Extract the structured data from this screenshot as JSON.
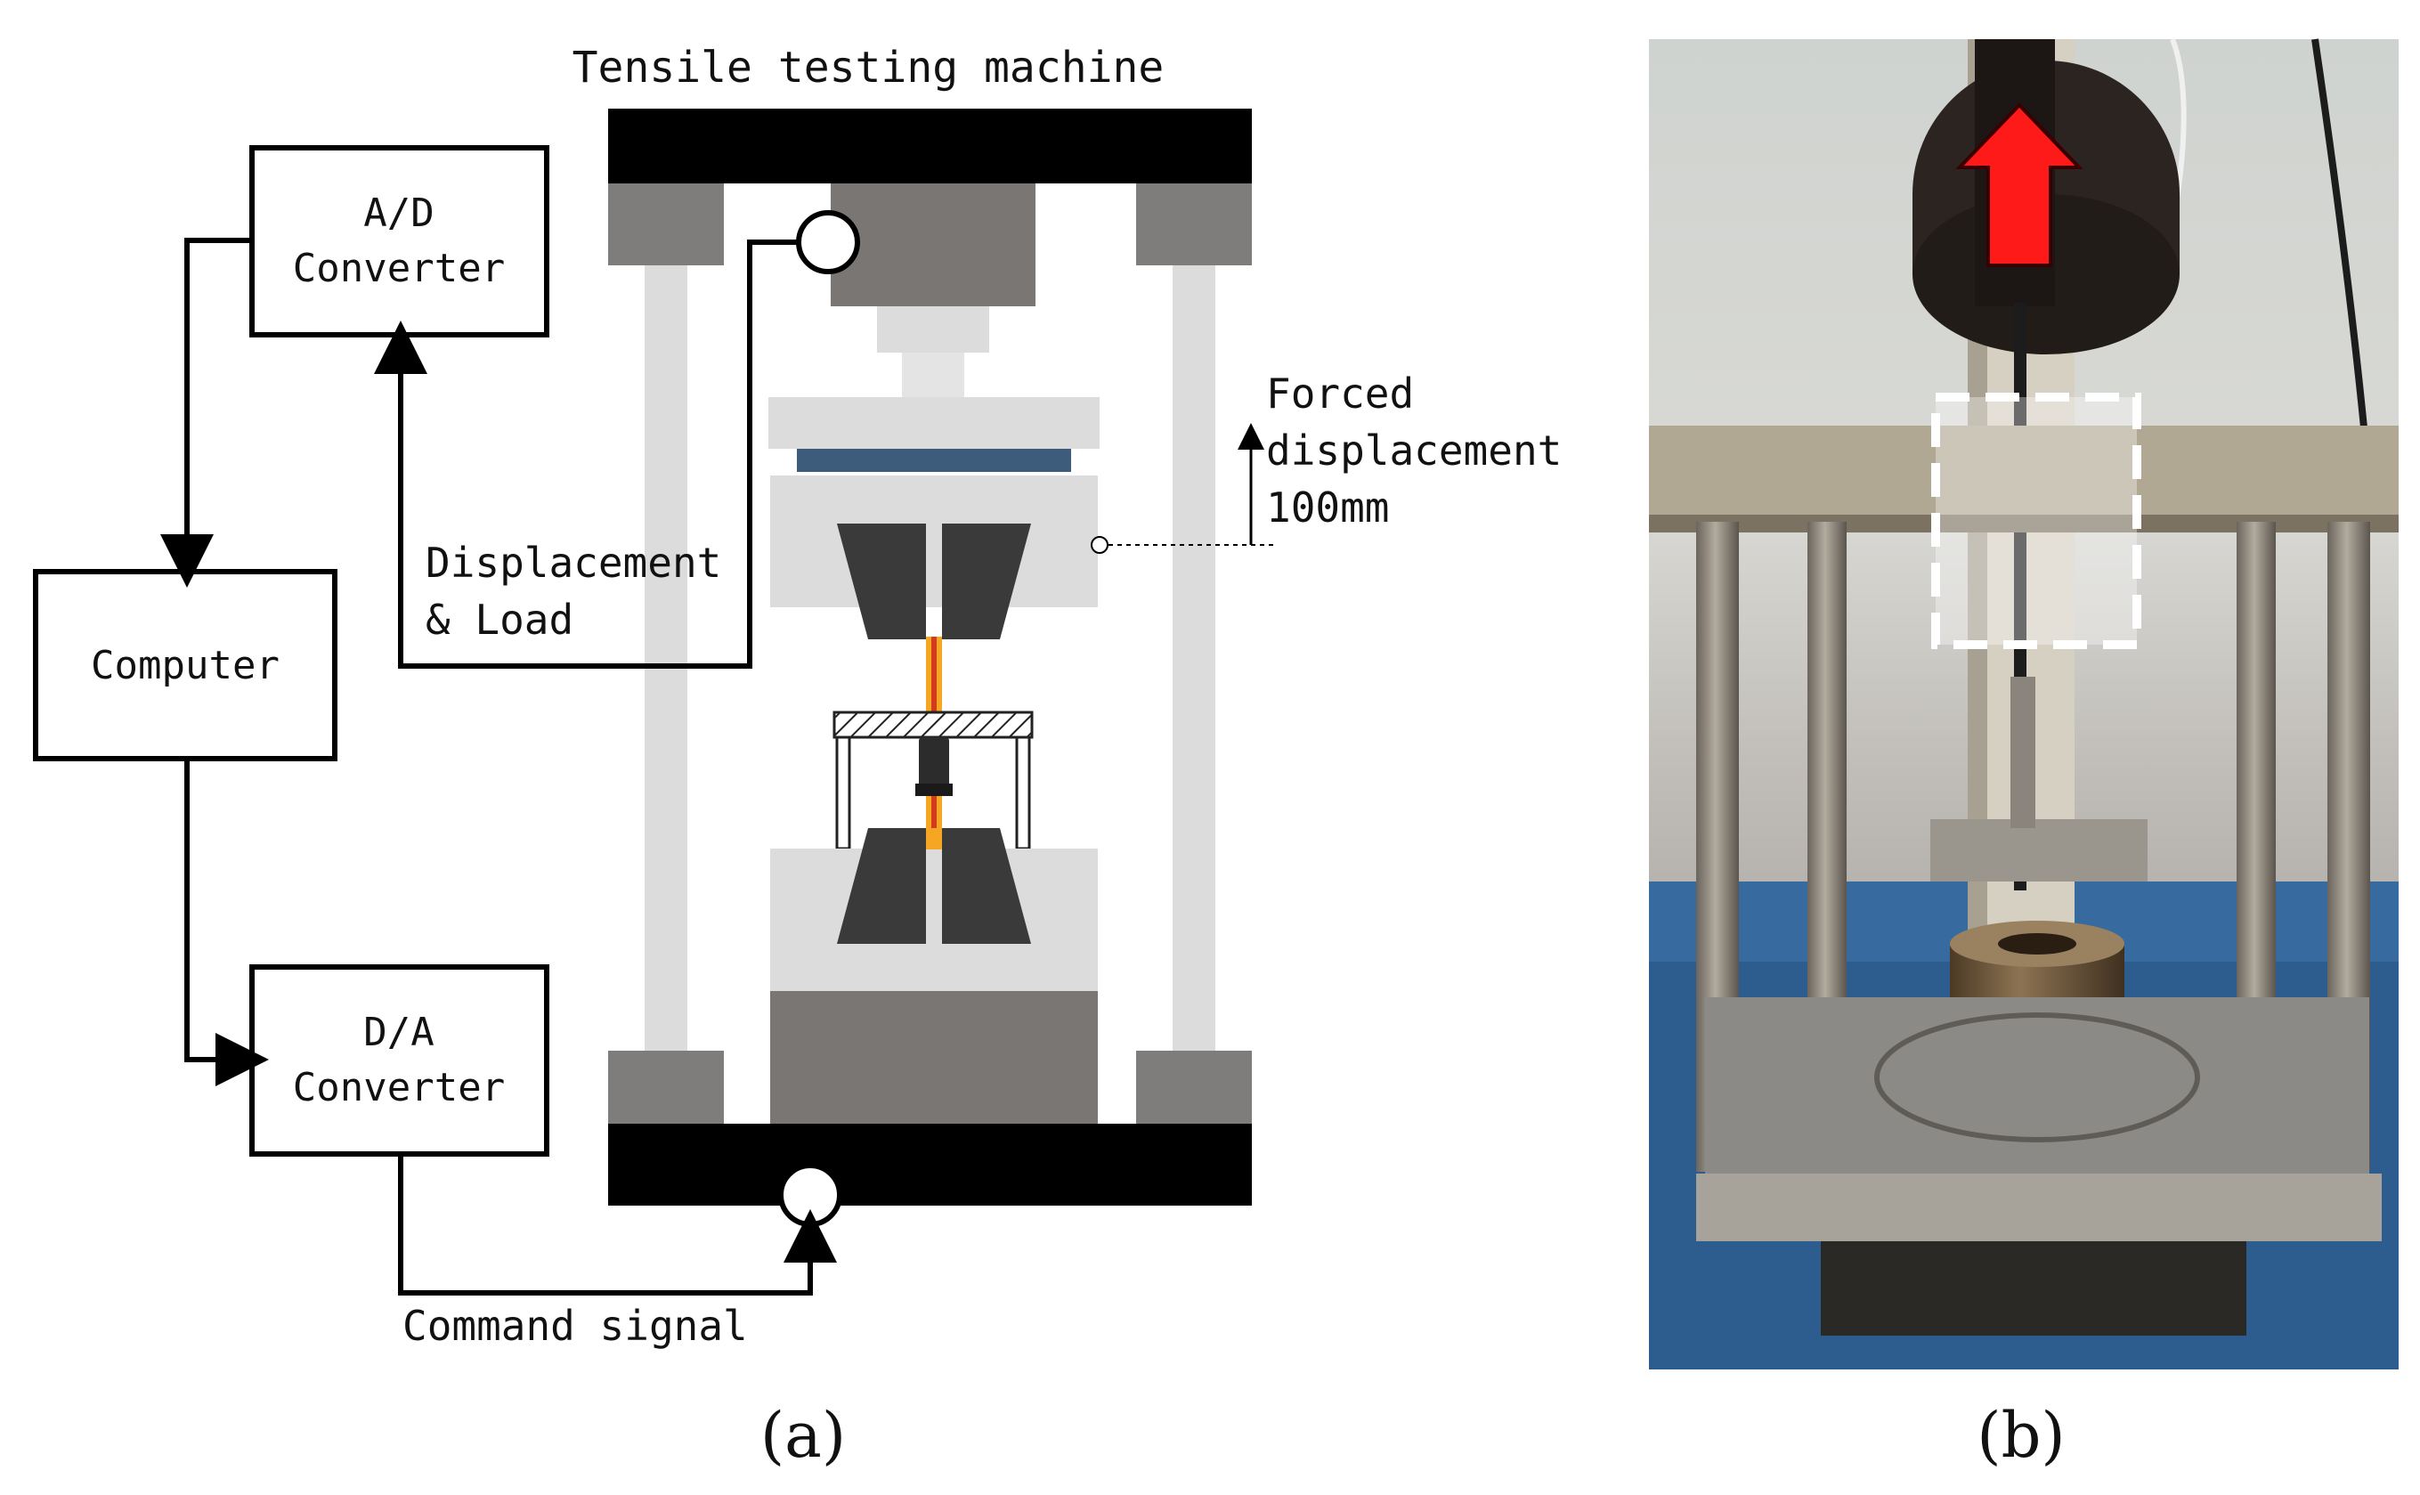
{
  "panel_a": {
    "title": "Tensile testing machine",
    "ad_converter": [
      "A/D",
      "Converter"
    ],
    "da_converter": [
      "D/A",
      "Converter"
    ],
    "computer": "Computer",
    "feedback": [
      "Displacement",
      "& Load"
    ],
    "command": "Command  signal",
    "forced": [
      "Forced",
      "displacement",
      "100mm"
    ],
    "caption": "(a)"
  },
  "panel_b": {
    "caption": "(b)"
  },
  "colors": {
    "frame": "#000000",
    "column": "#d8d8d8",
    "block_dark": "#7a7674",
    "block_light": "#dcdcdc",
    "grip": "#3a3a3a",
    "specimen": "#f5a623",
    "blue_pad": "#3d5b7a",
    "arrow_red": "#ff1a1a"
  }
}
